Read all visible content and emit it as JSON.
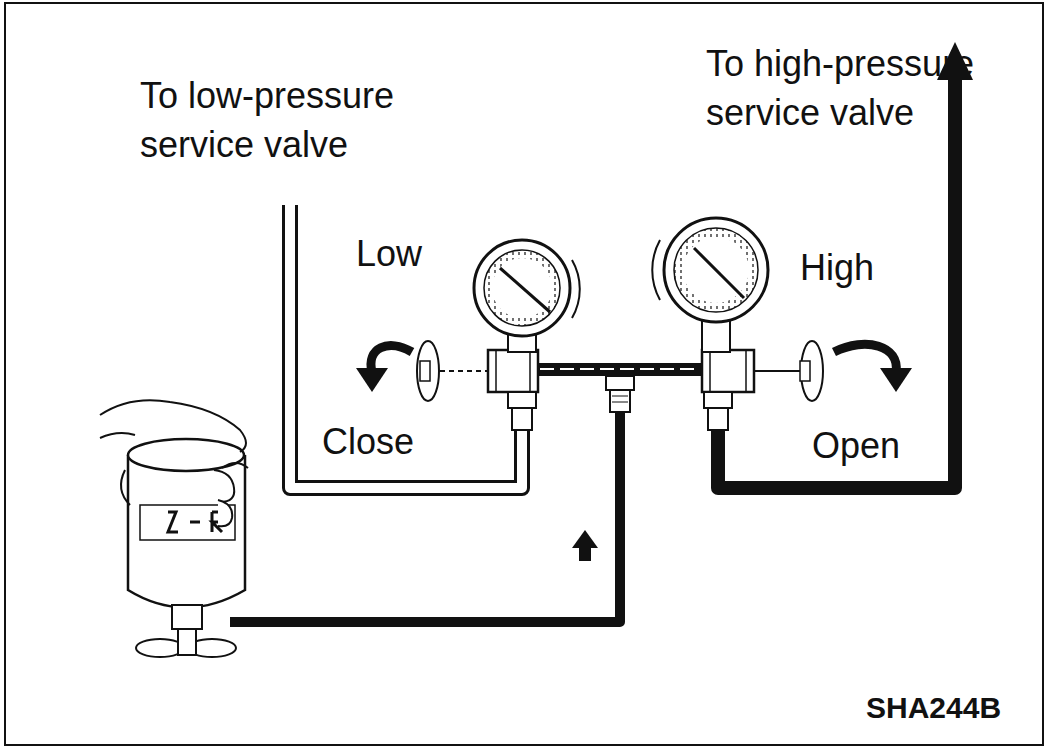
{
  "diagram": {
    "labels": [
      "To high-pressure service valve",
      "To low-pressure service valve",
      "Low",
      "High",
      "Close",
      "Open",
      "SHA244B"
    ]
  }
}
